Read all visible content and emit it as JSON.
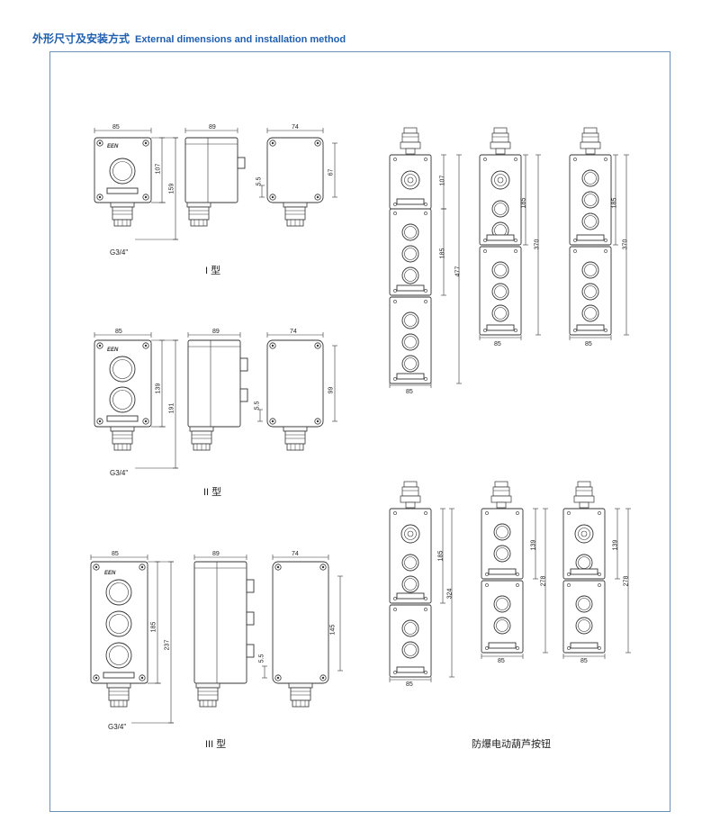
{
  "header": {
    "title_cn": "外形尺寸及安装方式",
    "title_en": "External dimensions and installation method"
  },
  "type_labels": {
    "type1": "I 型",
    "type2": "II 型",
    "type3": "III 型",
    "hoist": "防爆电动葫芦按钮"
  },
  "logo": "EEN",
  "thread": "G3/4\"",
  "dims": {
    "w85": "85",
    "w89": "89",
    "w74": "74",
    "t1_107": "107",
    "t1_159": "159",
    "t1_67": "67",
    "t1_55": "5.5",
    "t2_139": "139",
    "t2_191": "191",
    "t2_99": "99",
    "t2_55": "5.5",
    "t3_185": "185",
    "t3_237": "237",
    "t3_145": "145",
    "t3_55": "5.5",
    "h1_107": "107",
    "h1_185": "185",
    "h1_477": "477",
    "h2_185": "185",
    "h2_370": "370",
    "h3_185": "185",
    "h3_370": "370",
    "h4_185": "185",
    "h4_324": "324",
    "h5_139": "139",
    "h5_278": "278",
    "h6_139": "139",
    "h6_278": "278",
    "b85": "85"
  },
  "colors": {
    "accent": "#1f5fae",
    "frame": "#6e8fb8",
    "line": "#333333"
  }
}
